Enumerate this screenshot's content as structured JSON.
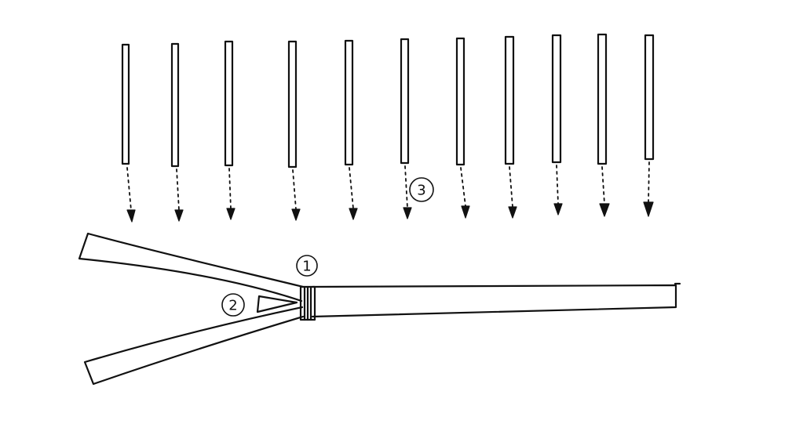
{
  "diagram": {
    "ink_color": "#111111",
    "background_color": "#ffffff",
    "callouts": [
      {
        "id": "1",
        "label": "1"
      },
      {
        "id": "2",
        "label": "2"
      },
      {
        "id": "3",
        "label": "3"
      }
    ],
    "falling_rods_count": 11
  }
}
